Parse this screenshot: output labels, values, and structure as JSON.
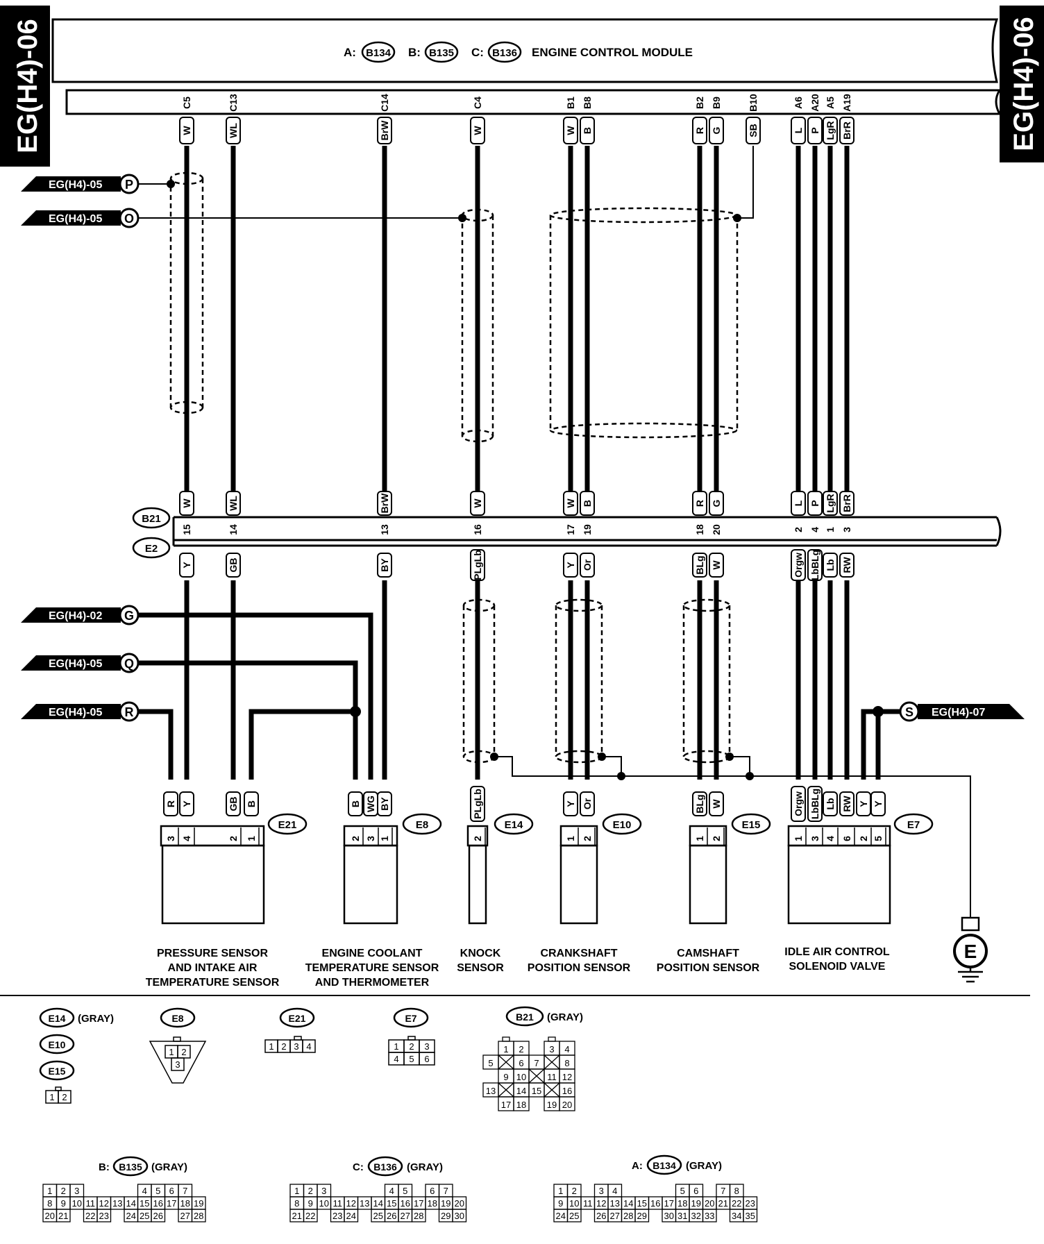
{
  "page_tag": "EG(H4)-06",
  "ecm": {
    "prefix_a": "A:",
    "conn_a": "B134",
    "prefix_b": "B:",
    "conn_b": "B135",
    "prefix_c": "C:",
    "conn_c": "B136",
    "name": "ENGINE CONTROL MODULE"
  },
  "inline_connectors": {
    "upper": "B21",
    "lower": "E2"
  },
  "wires": [
    {
      "ecm_pin": "C5",
      "top_color": "W",
      "inline_pin": "15",
      "bottom_color": "Y"
    },
    {
      "ecm_pin": "C13",
      "top_color": "WL",
      "inline_pin": "14",
      "bottom_color": "GB"
    },
    {
      "ecm_pin": "C14",
      "top_color": "BrW",
      "inline_pin": "13",
      "bottom_color": "BY"
    },
    {
      "ecm_pin": "C4",
      "top_color": "W",
      "inline_pin": "16",
      "bottom_color": "PLgLb"
    },
    {
      "ecm_pin": "B1",
      "top_color": "W",
      "inline_pin": "17",
      "bottom_color": "Y"
    },
    {
      "ecm_pin": "B8",
      "top_color": "B",
      "inline_pin": "19",
      "bottom_color": "Or"
    },
    {
      "ecm_pin": "B2",
      "top_color": "R",
      "inline_pin": "18",
      "bottom_color": "BLg"
    },
    {
      "ecm_pin": "B9",
      "top_color": "G",
      "inline_pin": "20",
      "bottom_color": "W"
    },
    {
      "ecm_pin": "B10",
      "top_color": "SB",
      "inline_pin": "",
      "bottom_color": ""
    },
    {
      "ecm_pin": "A6",
      "top_color": "L",
      "inline_pin": "2",
      "bottom_color": "Orgw"
    },
    {
      "ecm_pin": "A20",
      "top_color": "P",
      "inline_pin": "4",
      "bottom_color": "LbBLg"
    },
    {
      "ecm_pin": "A5",
      "top_color": "LgR",
      "inline_pin": "1",
      "bottom_color": "Lb"
    },
    {
      "ecm_pin": "A19",
      "top_color": "BrR",
      "inline_pin": "3",
      "bottom_color": "RW"
    }
  ],
  "refs": {
    "p": {
      "page": "EG(H4)-05",
      "letter": "P"
    },
    "o": {
      "page": "EG(H4)-05",
      "letter": "O"
    },
    "g": {
      "page": "EG(H4)-02",
      "letter": "G"
    },
    "q": {
      "page": "EG(H4)-05",
      "letter": "Q"
    },
    "r": {
      "page": "EG(H4)-05",
      "letter": "R"
    },
    "s": {
      "page": "EG(H4)-07",
      "letter": "S"
    }
  },
  "components": {
    "e21": {
      "id": "E21",
      "wires": [
        "R",
        "Y",
        "GB",
        "B"
      ],
      "pins": [
        "3",
        "4",
        "2",
        "1"
      ],
      "label": [
        "PRESSURE SENSOR",
        "AND INTAKE AIR",
        "TEMPERATURE SENSOR"
      ]
    },
    "e8": {
      "id": "E8",
      "wires": [
        "B",
        "WG",
        "BY"
      ],
      "pins": [
        "2",
        "3",
        "1"
      ],
      "label": [
        "ENGINE COOLANT",
        "TEMPERATURE SENSOR",
        "AND THERMOMETER"
      ]
    },
    "e14": {
      "id": "E14",
      "wires": [
        "PLgLb"
      ],
      "pins": [
        "2"
      ],
      "label": [
        "KNOCK",
        "SENSOR"
      ]
    },
    "e10": {
      "id": "E10",
      "wires": [
        "Y",
        "Or"
      ],
      "pins": [
        "1",
        "2"
      ],
      "label": [
        "CRANKSHAFT",
        "POSITION SENSOR"
      ]
    },
    "e15": {
      "id": "E15",
      "wires": [
        "BLg",
        "W"
      ],
      "pins": [
        "1",
        "2"
      ],
      "label": [
        "CAMSHAFT",
        "POSITION SENSOR"
      ]
    },
    "e7": {
      "id": "E7",
      "wires": [
        "Orgw",
        "LbBLg",
        "Lb",
        "RW",
        "Y",
        "Y"
      ],
      "pins": [
        "1",
        "3",
        "4",
        "6",
        "2",
        "5"
      ],
      "label": [
        "IDLE AIR CONTROL",
        "SOLENOID VALVE"
      ]
    }
  },
  "ground": "E",
  "connector_views": {
    "e14_gray": "(GRAY)",
    "e8_pins": [
      "1",
      "2",
      "3"
    ],
    "e21_pins": [
      "1",
      "2",
      "3",
      "4"
    ],
    "e7_pins": [
      "1",
      "2",
      "3",
      "4",
      "5",
      "6"
    ],
    "small2_pins": [
      "1",
      "2"
    ],
    "b21_gray": "(GRAY)",
    "b135_gray": "(GRAY)",
    "b136_gray": "(GRAY)",
    "b134_gray": "(GRAY)"
  }
}
